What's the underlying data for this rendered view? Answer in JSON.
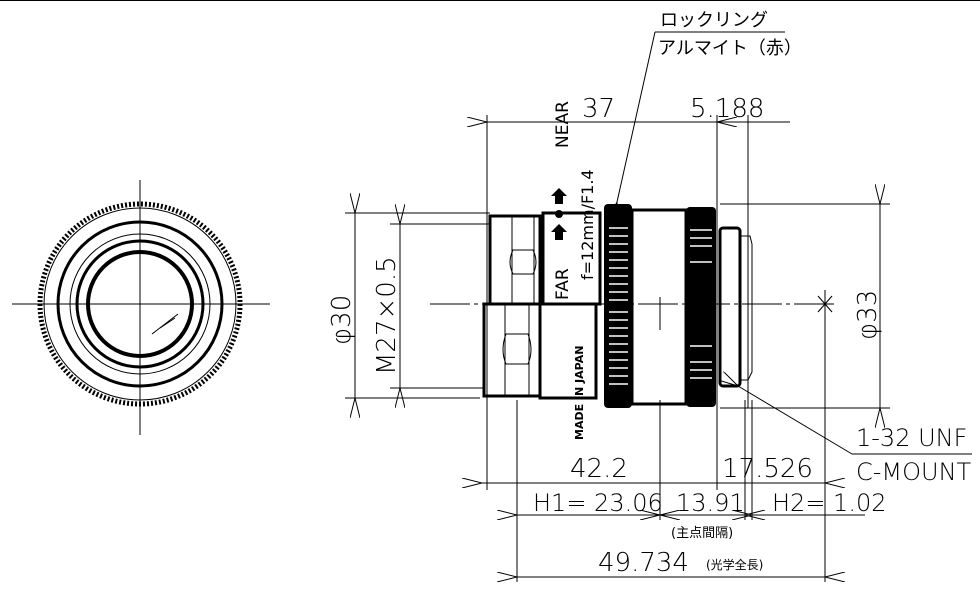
{
  "labels": {
    "locking_ring": "ロックリング",
    "alumite": "アルマイト（赤）",
    "thread_spec": "1-32 UNF",
    "mount": "C-MOUNT",
    "principal_gap_note": "(主点間隔)",
    "optical_length_note": "(光学全長)",
    "far": "FAR",
    "near": "NEAR",
    "focal": "f=12mm/F1.4",
    "made_in": "MADE IN JAPAN"
  },
  "dimensions": {
    "d37": "37",
    "d5188": "5.188",
    "dia30": "φ30",
    "m27": "M27×0.5",
    "dia33": "φ33",
    "d422": "42.2",
    "d17526": "17.526",
    "h1": "H1= 23.06",
    "d1391": "13.91",
    "h2": "H2= 1.02",
    "d49734": "49.734"
  }
}
